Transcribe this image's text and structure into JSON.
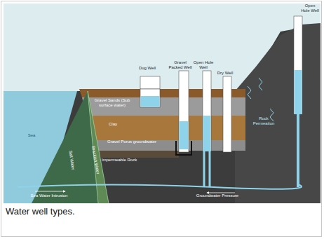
{
  "diagram": {
    "caption": "Water well types.",
    "labels": [
      "Dug Well",
      "Gravel Packed Well",
      "Open Hole Well",
      "Dry Well",
      "Open Hole Well",
      "Sea",
      "Gravel Sands (Sub surface water)",
      "Clay",
      "Gravel Porus groundwater",
      "Impermeable Rock",
      "Rock Permeation",
      "Sea Water Intrusion",
      "Groundwater Pressure",
      "Salt Water",
      "Brackish Water"
    ]
  }
}
